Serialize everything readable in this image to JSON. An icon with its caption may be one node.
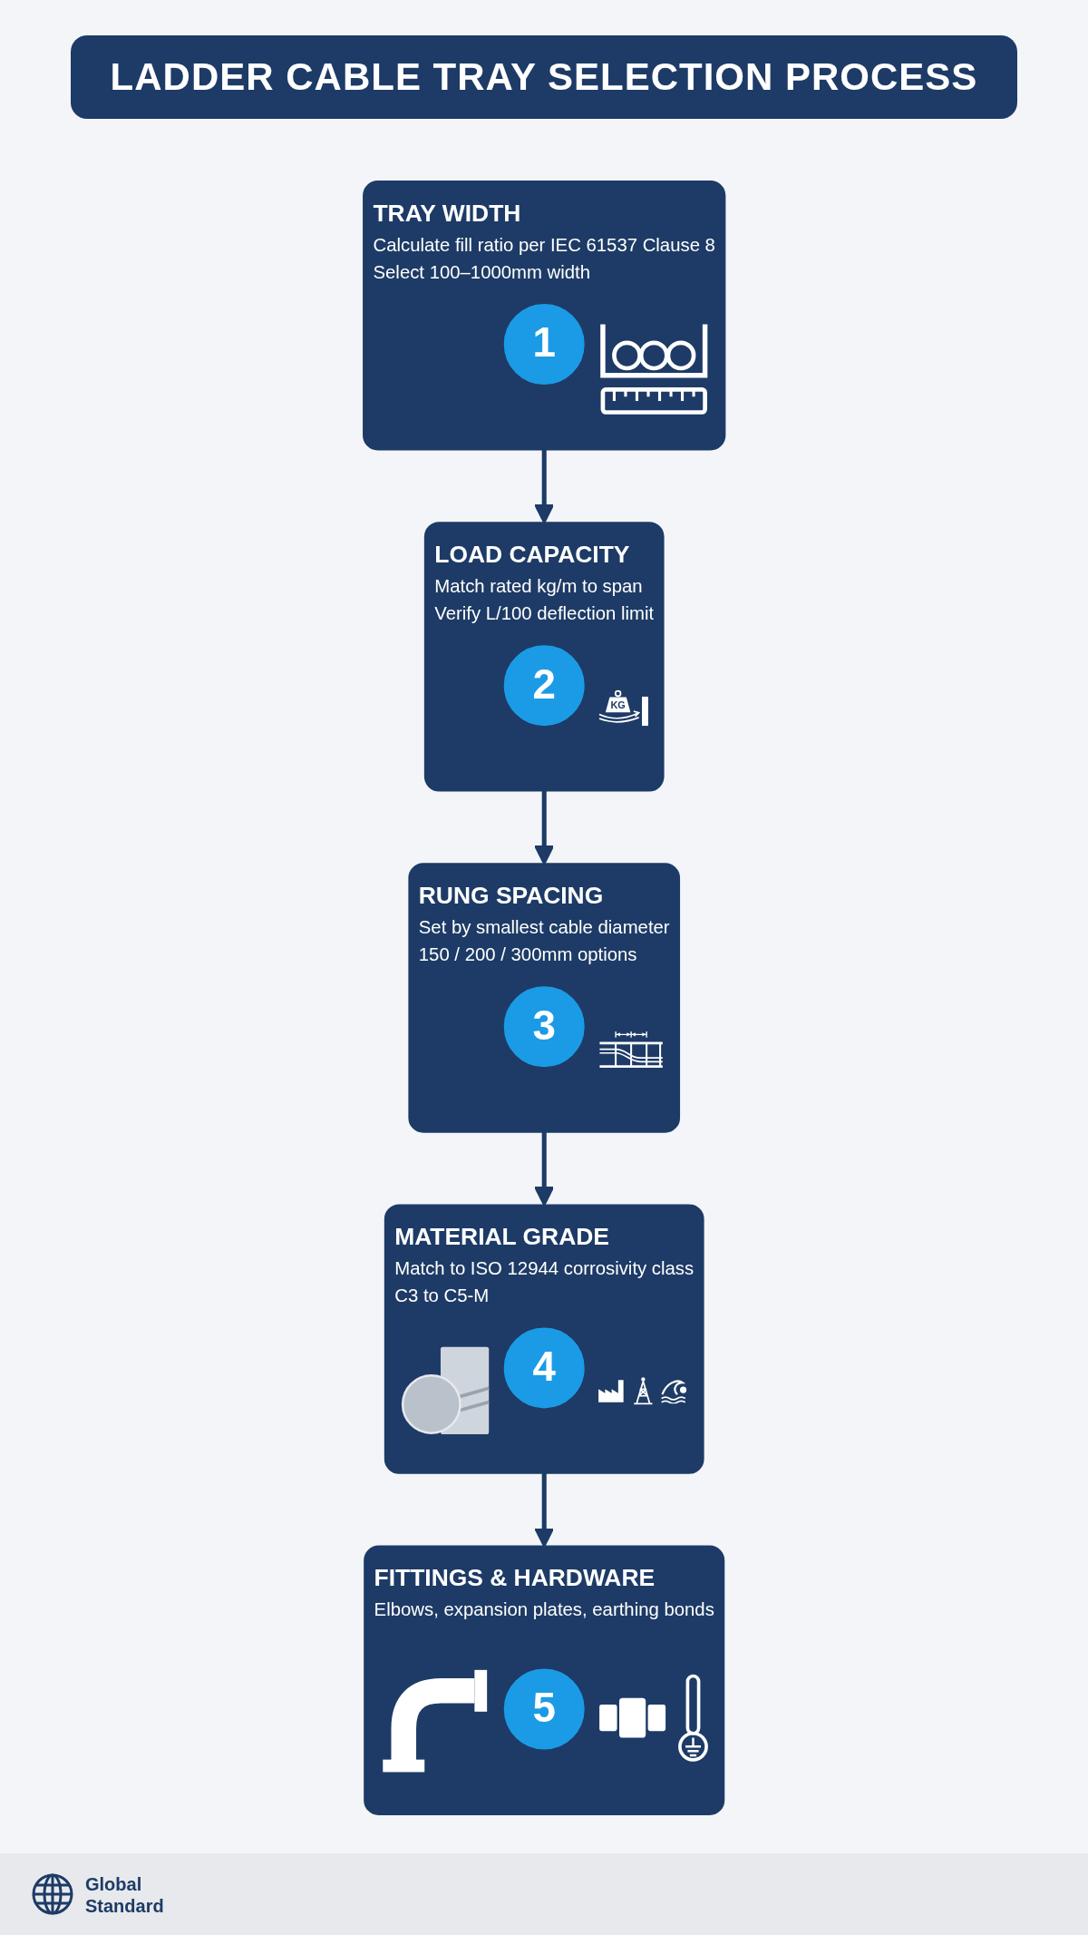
{
  "diagram": {
    "title": "LADDER CABLE TRAY SELECTION PROCESS",
    "nodes": [
      {
        "text": [
          "TRAY WIDTH",
          "Calculate fill ratio per IEC 61537 Clause 8",
          "Select 100–1000mm width"
        ]
      },
      {
        "text": [
          "1"
        ],
        "in": 0
      },
      {
        "text": [
          "LOAD CAPACITY",
          "Match rated kg/m to span",
          "Verify L/100 deflection limit"
        ]
      },
      {
        "text": [
          "2"
        ],
        "in": 2
      },
      {
        "text": [
          "RUNG SPACING",
          "Set by smallest cable diameter",
          "150 / 200 / 300mm options"
        ]
      },
      {
        "text": [
          "3"
        ],
        "in": 4
      },
      {
        "text": [
          "MATERIAL GRADE",
          "Match to ISO 12944 corrosivity class",
          "C3 to C5-M"
        ]
      },
      {
        "text": [
          "4"
        ],
        "in": 6
      },
      {
        "text": [
          "FITTINGS & HARDWARE",
          "Elbows, expansion plates, earthing bonds"
        ]
      },
      {
        "text": [
          "5"
        ],
        "in": 8
      }
    ],
    "edges": [
      {
        "from": 0,
        "to": 2,
        "arrow": "to"
      },
      {
        "from": 2,
        "to": 4,
        "arrow": "to"
      },
      {
        "from": 4,
        "to": 6,
        "arrow": "to"
      },
      {
        "from": 6,
        "to": 8,
        "arrow": "to"
      }
    ],
    "labels": [
      "KG",
      "Global Standard"
    ]
  }
}
